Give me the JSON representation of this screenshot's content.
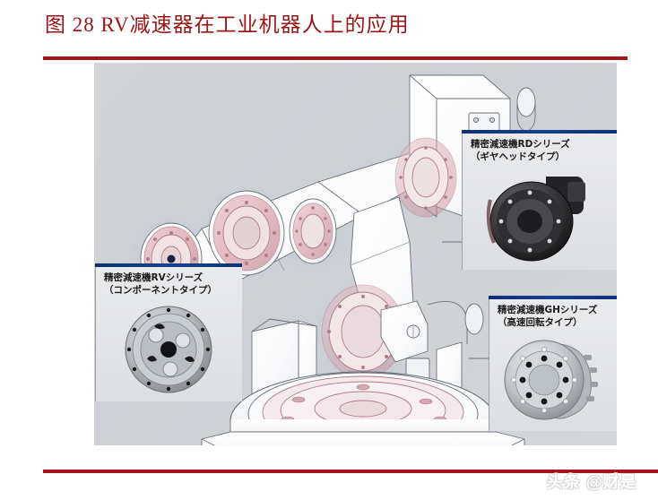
{
  "title": "图 28  RV减速器在工业机器人上的应用",
  "colors": {
    "title_red": "#9c1414",
    "rule_red": "#a61515",
    "callout_bar_blue": "#0d2f73",
    "canvas_gray": "#d2d4d7",
    "joint_pink": "#c98b96"
  },
  "figure": {
    "subject": "industrial-robot-arm-cutaway",
    "callouts": [
      {
        "id": "rv",
        "line1": "精密減速機RVシリーズ",
        "line2": "（コンポーネントタイプ）",
        "photo_name": "rv-series-reducer-photo"
      },
      {
        "id": "rd",
        "line1": "精密減速機RDシリーズ",
        "line2": "（ギヤヘッドタイプ）",
        "photo_name": "rd-series-reducer-photo"
      },
      {
        "id": "gh",
        "line1": "精密減速機GHシリーズ",
        "line2": "（高速回転タイプ）",
        "photo_name": "gh-series-reducer-photo"
      }
    ]
  },
  "watermark": "头条 @财是"
}
